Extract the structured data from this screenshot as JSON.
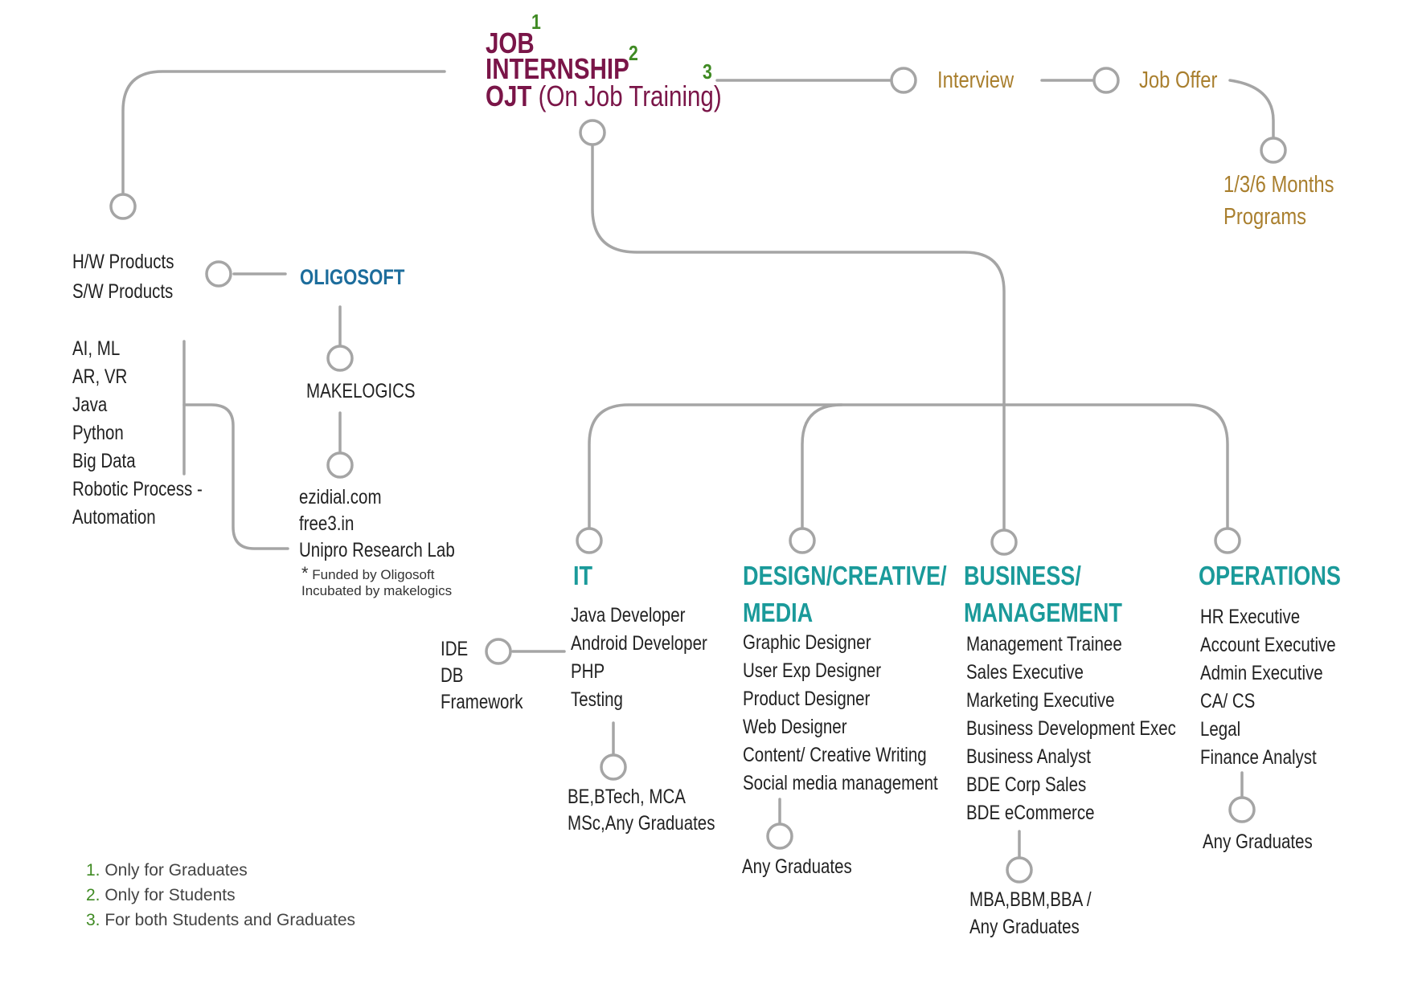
{
  "title": {
    "line1": "JOB",
    "line2": "INTERNSHIP",
    "line3_bold": "OJT",
    "line3_rest": " (On Job Training)",
    "marker1": "1",
    "marker2": "2",
    "marker3": "3"
  },
  "flow": {
    "interview": "Interview",
    "job_offer": "Job Offer",
    "programs_line1": "1/3/6 Months",
    "programs_line2": "Programs"
  },
  "left": {
    "products": [
      "H/W Products",
      "S/W Products"
    ],
    "technologies": [
      "AI, ML",
      "AR, VR",
      "Java",
      "Python",
      "Big Data",
      "Robotic  Process -",
      "Automation"
    ],
    "oligosoft": "OLIGOSOFT",
    "makelogics": "MAKELOGICS",
    "ventures": [
      "ezidial.com",
      "free3.in",
      "Unipro Research Lab"
    ],
    "footnote_star": "*",
    "footnote_line1": "Funded by Oligosoft",
    "footnote_line2": "Incubated by makelogics"
  },
  "departments": {
    "it": {
      "heading": "IT",
      "roles": [
        "Java Developer",
        "Android Developer",
        "PHP",
        "Testing"
      ],
      "qualification": [
        "BE,BTech, MCA",
        "MSc,Any Graduates"
      ],
      "skills": [
        "IDE",
        "DB",
        "Framework"
      ]
    },
    "design": {
      "heading_line1": "DESIGN/CREATIVE/",
      "heading_line2": "MEDIA",
      "roles": [
        "Graphic Designer",
        "User Exp Designer",
        "Product Designer",
        "Web Designer",
        "Content/ Creative Writing",
        "Social media management"
      ],
      "qualification": [
        "Any Graduates"
      ]
    },
    "business": {
      "heading_line1": "BUSINESS/",
      "heading_line2": "MANAGEMENT",
      "roles": [
        "Management Trainee",
        "Sales Executive",
        "Marketing Executive",
        "Business Development Exec",
        "Business Analyst",
        "BDE Corp Sales",
        "BDE eCommerce"
      ],
      "qualification": [
        "MBA,BBM,BBA /",
        "Any Graduates"
      ]
    },
    "operations": {
      "heading": "OPERATIONS",
      "roles": [
        "HR Executive",
        "Account Executive",
        "Admin Executive",
        "CA/ CS",
        "Legal",
        "Finance Analyst"
      ],
      "qualification": [
        "Any Graduates"
      ]
    }
  },
  "legend": [
    {
      "num": "1.",
      "text": " Only for Graduates"
    },
    {
      "num": "2.",
      "text": " Only for Students"
    },
    {
      "num": "3.",
      "text": " For both Students and Graduates"
    }
  ],
  "colors": {
    "connector": "#a5a5a5",
    "title": "#7a1548",
    "marker": "#3f8a23",
    "flow": "#a97f2e",
    "heading": "#1a9a9a",
    "company": "#1d6d9c"
  }
}
